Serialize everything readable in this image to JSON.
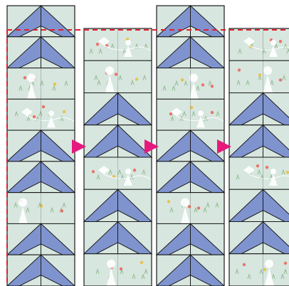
{
  "colors": {
    "background": "#ffffff",
    "fabric": "#d7e6df",
    "triangle": "#7f94cf",
    "outline": "#1a1a1a",
    "dashed_line": "#e0202e",
    "arrow": "#e6197d",
    "silhouette": "#ffffff",
    "flower_red": "#e8756b",
    "flower_yellow": "#e7c24e",
    "grass": "#7fb07a"
  },
  "strips": [
    {
      "id": "strip-1",
      "rows": [
        "triangle",
        "triangle",
        "fabric",
        "fabric",
        "triangle",
        "triangle",
        "fabric",
        "triangle",
        "triangle"
      ]
    },
    {
      "id": "strip-2",
      "rows": [
        "fabric",
        "fabric",
        "triangle",
        "triangle",
        "fabric",
        "triangle",
        "triangle",
        "fabric"
      ]
    },
    {
      "id": "strip-3",
      "rows": [
        "triangle",
        "triangle",
        "fabric",
        "fabric",
        "triangle",
        "triangle",
        "fabric",
        "triangle",
        "triangle"
      ]
    },
    {
      "id": "strip-4",
      "rows": [
        "fabric",
        "fabric",
        "triangle",
        "triangle",
        "fabric",
        "triangle",
        "triangle",
        "fabric"
      ]
    }
  ],
  "arrows": [
    {
      "id": "arrow-1",
      "from": "strip-1",
      "to": "strip-2"
    },
    {
      "id": "arrow-2",
      "from": "strip-2",
      "to": "strip-3"
    },
    {
      "id": "arrow-3",
      "from": "strip-3",
      "to": "strip-4"
    }
  ]
}
